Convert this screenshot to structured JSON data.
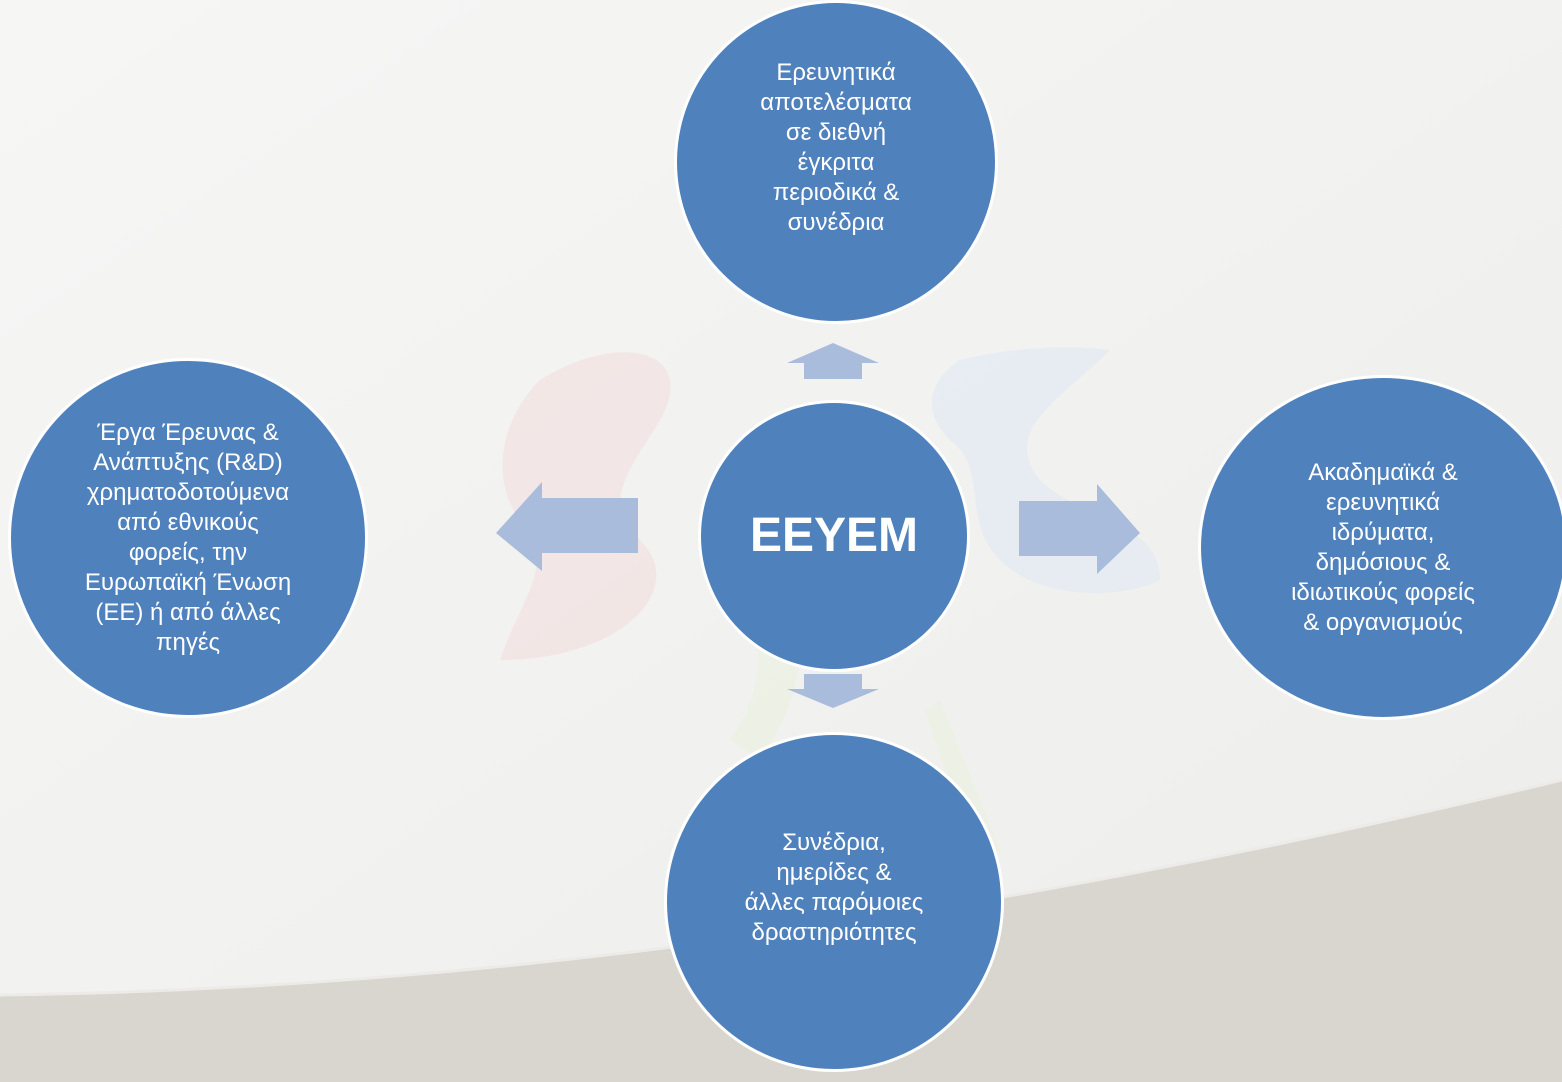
{
  "diagram": {
    "center": {
      "label": "ΕΕΥΕΜ"
    },
    "nodes": [
      {
        "id": "top",
        "label": "Ερευνητικά\nαποτελέσματα\nσε διεθνή\nέγκριτα\nπεριοδικά &\nσυνέδρια"
      },
      {
        "id": "left",
        "label": "Έργα Έρευνας &\nΑνάπτυξης (R&D)\nχρηματοδοτούμενα\nαπό εθνικούς\nφορείς, την\nΕυρωπαϊκή Ένωση\n(ΕΕ) ή από άλλες\nπηγές"
      },
      {
        "id": "right",
        "label": "Ακαδημαϊκά &\nερευνητικά\nιδρύματα,\nδημόσιους  &\nιδιωτικούς φορείς\n& οργανισμούς"
      },
      {
        "id": "bottom",
        "label": "Συνέδρια,\nημερίδες &\nάλλες παρόμοιες\nδραστηριότητες"
      }
    ],
    "colors": {
      "node_fill": "#4f81bd",
      "node_border": "#ffffff",
      "arrow_fill": "#a9bcdc",
      "text": "#ffffff",
      "background": "#f3f3f2",
      "floor": "#d9d6d0"
    }
  }
}
